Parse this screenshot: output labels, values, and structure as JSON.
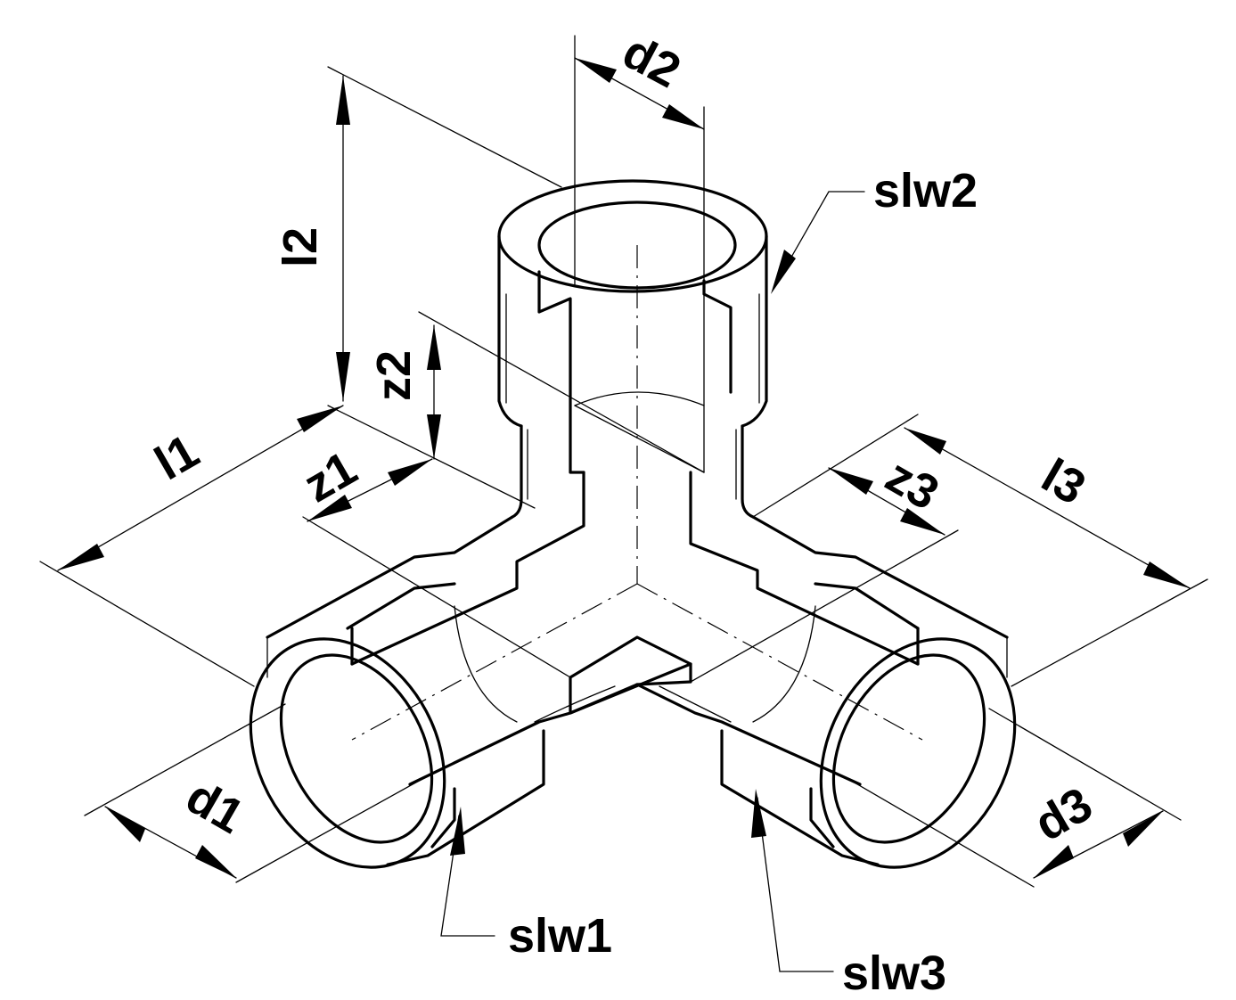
{
  "dimensions": {
    "d1": "d1",
    "d2": "d2",
    "d3": "d3",
    "l1": "l1",
    "l2": "l2",
    "l3": "l3",
    "z1": "z1",
    "z2": "z2",
    "z3": "z3"
  },
  "callouts": {
    "slw1": "slw1",
    "slw2": "slw2",
    "slw3": "slw3"
  }
}
